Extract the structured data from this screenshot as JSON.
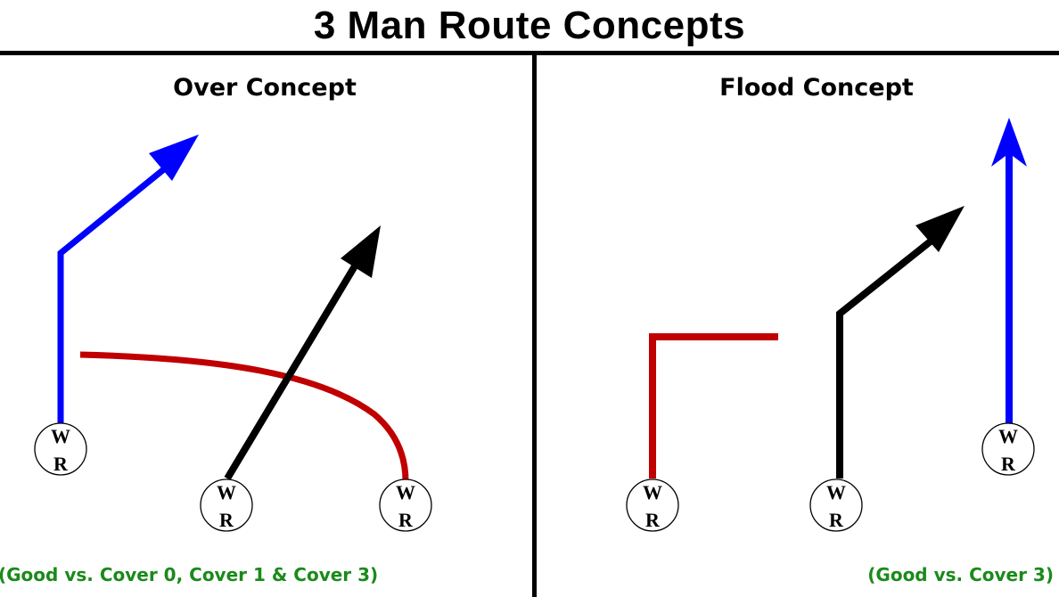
{
  "title": "3 Man Route Concepts",
  "colors": {
    "blue_route": "#0000ff",
    "black_route": "#000000",
    "red_route": "#c00000",
    "note_text": "#1a8a1a"
  },
  "panels": [
    {
      "title": "Over Concept",
      "note": "(Good vs. Cover 0, Cover 1 & Cover 3)",
      "receivers": [
        {
          "label_top": "W",
          "label_bottom": "R",
          "route_color": "blue",
          "route": "post-corner"
        },
        {
          "label_top": "W",
          "label_bottom": "R",
          "route_color": "black",
          "route": "seam"
        },
        {
          "label_top": "W",
          "label_bottom": "R",
          "route_color": "red",
          "route": "deep-cross"
        }
      ]
    },
    {
      "title": "Flood Concept",
      "note": "(Good vs. Cover 3)",
      "receivers": [
        {
          "label_top": "W",
          "label_bottom": "R",
          "route_color": "red",
          "route": "out"
        },
        {
          "label_top": "W",
          "label_bottom": "R",
          "route_color": "black",
          "route": "corner"
        },
        {
          "label_top": "W",
          "label_bottom": "R",
          "route_color": "blue",
          "route": "go"
        }
      ]
    }
  ]
}
